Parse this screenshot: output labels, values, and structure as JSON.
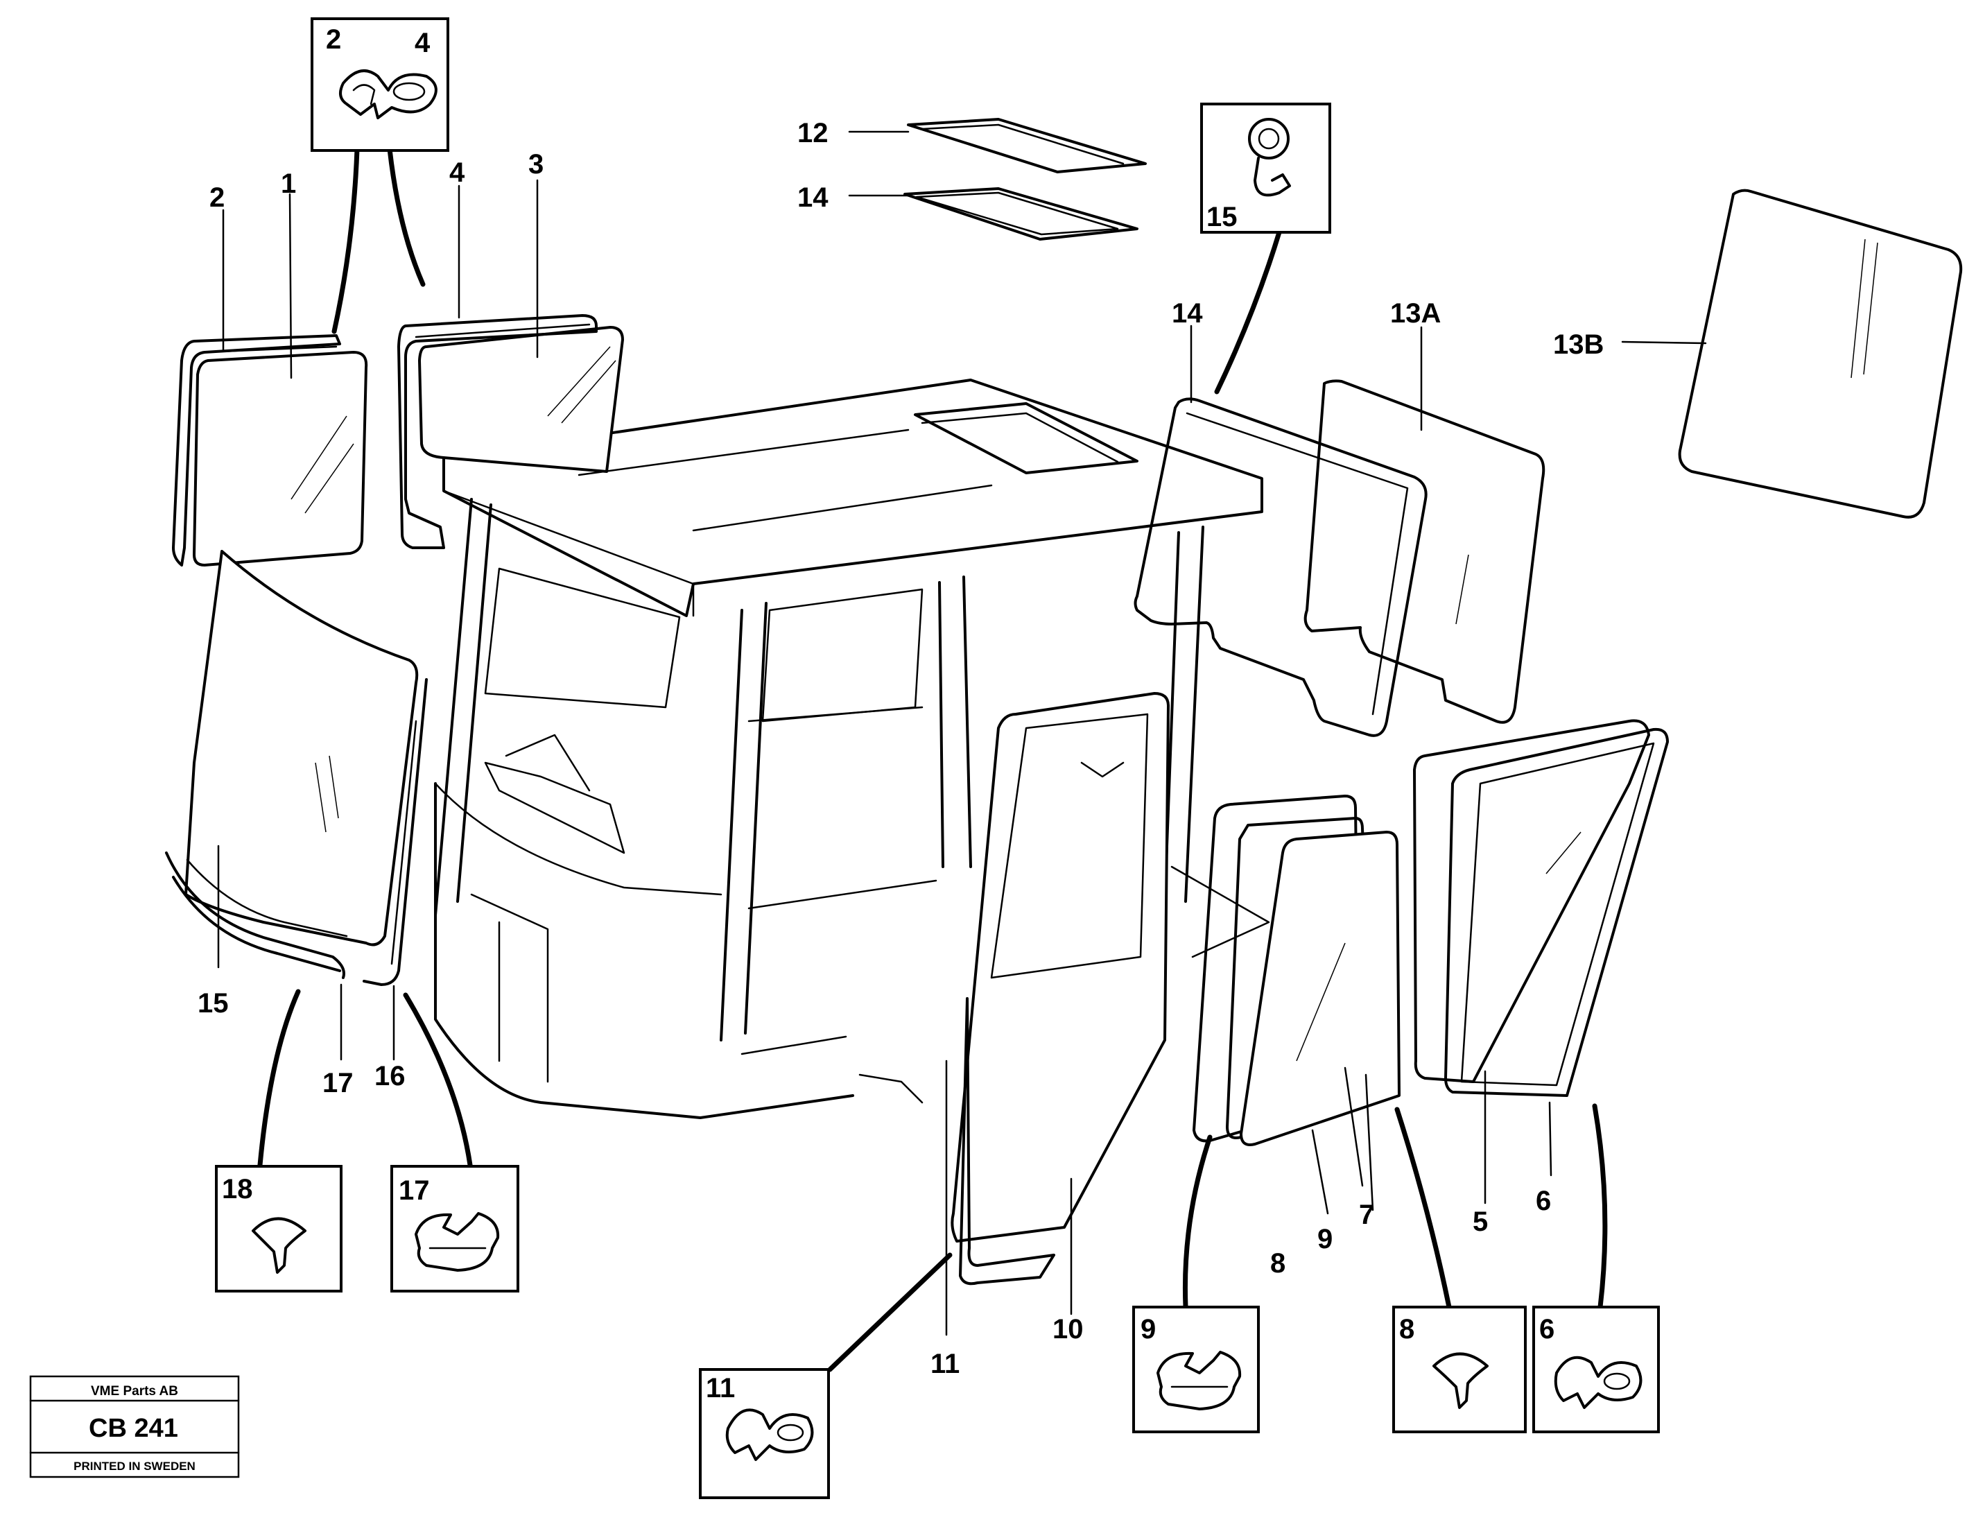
{
  "diagram": {
    "parts": [
      {
        "id": "1",
        "label": "1"
      },
      {
        "id": "2",
        "label": "2"
      },
      {
        "id": "3",
        "label": "3"
      },
      {
        "id": "4",
        "label": "4"
      },
      {
        "id": "5",
        "label": "5"
      },
      {
        "id": "6",
        "label": "6"
      },
      {
        "id": "7",
        "label": "7"
      },
      {
        "id": "8",
        "label": "8"
      },
      {
        "id": "9",
        "label": "9"
      },
      {
        "id": "10",
        "label": "10"
      },
      {
        "id": "11",
        "label": "11"
      },
      {
        "id": "12",
        "label": "12"
      },
      {
        "id": "13a",
        "label": "13A"
      },
      {
        "id": "13b",
        "label": "13B"
      },
      {
        "id": "14",
        "label": "14"
      },
      {
        "id": "15",
        "label": "15"
      },
      {
        "id": "16",
        "label": "16"
      },
      {
        "id": "17",
        "label": "17"
      },
      {
        "id": "18",
        "label": "18"
      }
    ],
    "profile_details": [
      {
        "id": "d24",
        "labels": [
          "2",
          "4"
        ]
      },
      {
        "id": "d15",
        "labels": [
          "15"
        ]
      },
      {
        "id": "d18",
        "labels": [
          "18"
        ]
      },
      {
        "id": "d17",
        "labels": [
          "17"
        ]
      },
      {
        "id": "d11",
        "labels": [
          "11"
        ]
      },
      {
        "id": "d9",
        "labels": [
          "9"
        ]
      },
      {
        "id": "d8",
        "labels": [
          "8"
        ]
      },
      {
        "id": "d6",
        "labels": [
          "6"
        ]
      }
    ]
  },
  "stamp": {
    "company": "VME Parts AB",
    "code": "CB 241",
    "printed": "PRINTED IN SWEDEN"
  }
}
